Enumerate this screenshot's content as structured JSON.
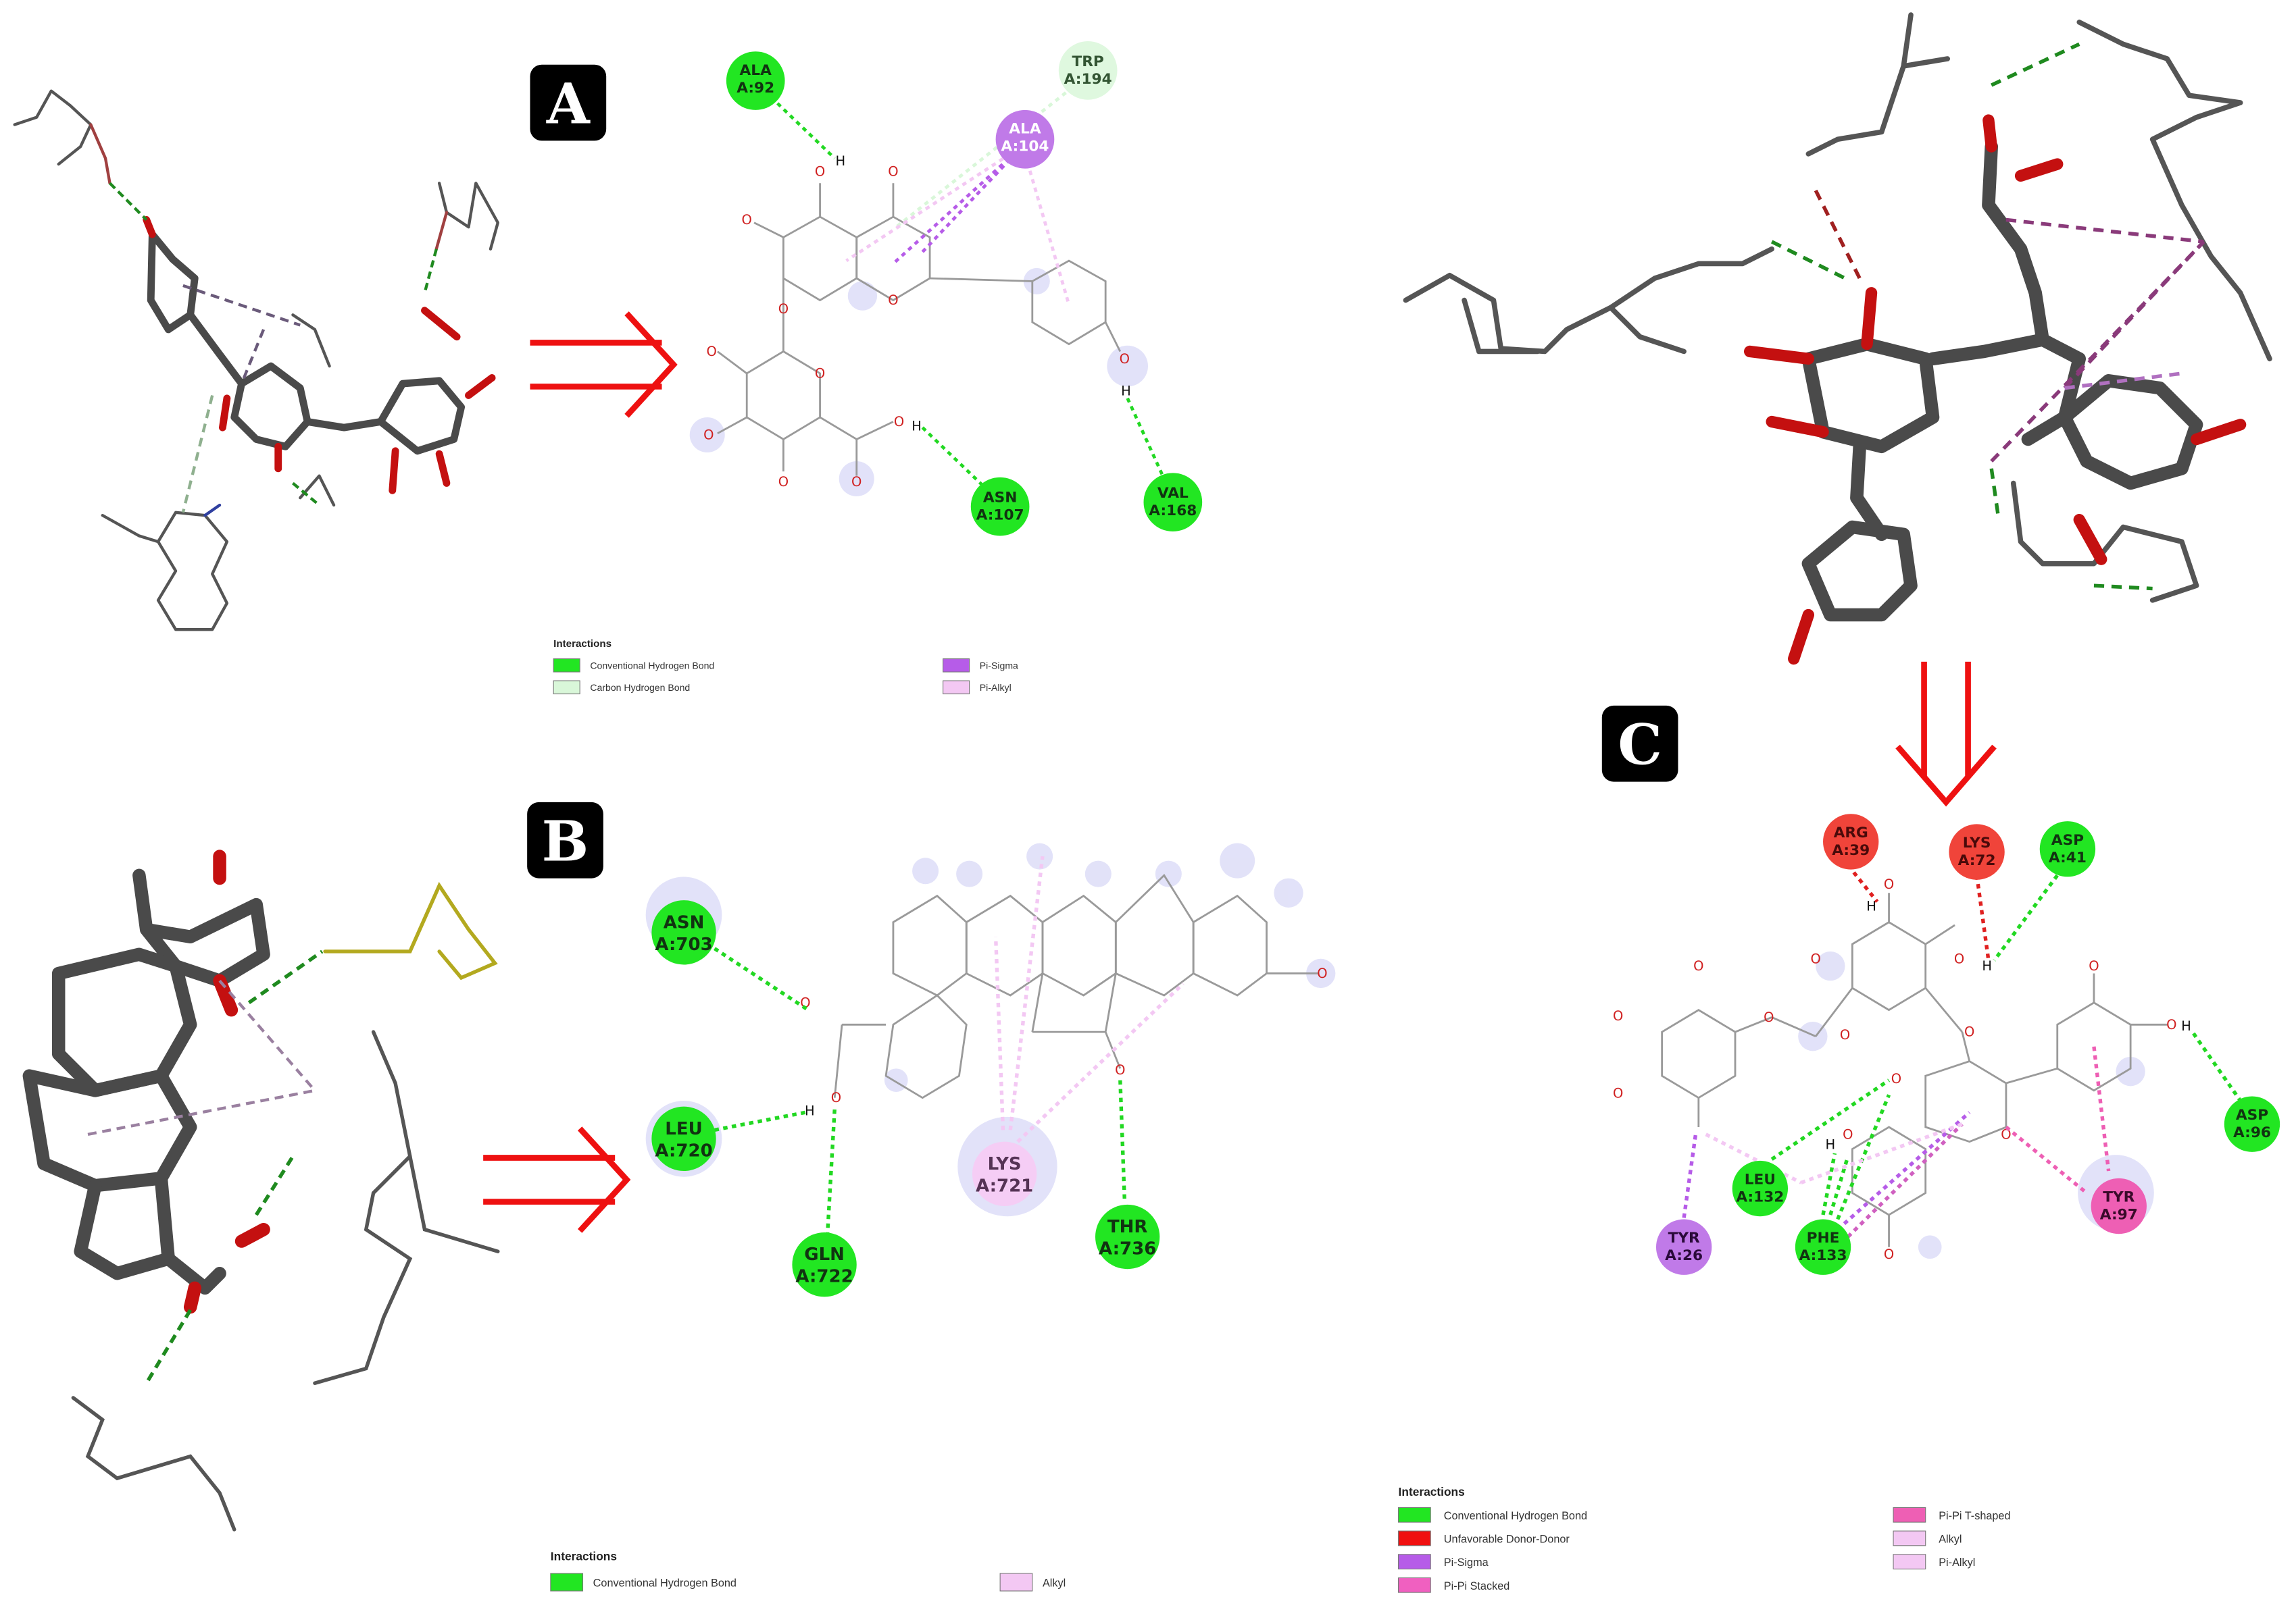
{
  "panels": {
    "a": {
      "label": "A",
      "residues": [
        {
          "name": "ALA",
          "id": "A:92",
          "type": "conventional-hbond"
        },
        {
          "name": "TRP",
          "id": "A:194",
          "type": "carbon-hbond"
        },
        {
          "name": "ALA",
          "id": "A:104",
          "type": "pi-sigma"
        },
        {
          "name": "ASN",
          "id": "A:107",
          "type": "conventional-hbond"
        },
        {
          "name": "VAL",
          "id": "A:168",
          "type": "conventional-hbond"
        }
      ],
      "legend": {
        "title": "Interactions",
        "items": [
          {
            "label": "Conventional Hydrogen Bond",
            "color": "#22e622"
          },
          {
            "label": "Carbon Hydrogen Bond",
            "color": "#d9f7d9"
          },
          {
            "label": "Pi-Sigma",
            "color": "#b65ce8"
          },
          {
            "label": "Pi-Alkyl",
            "color": "#f3c8f3"
          }
        ]
      }
    },
    "b": {
      "label": "B",
      "residues": [
        {
          "name": "ASN",
          "id": "A:703",
          "type": "conventional-hbond"
        },
        {
          "name": "LEU",
          "id": "A:720",
          "type": "conventional-hbond"
        },
        {
          "name": "GLN",
          "id": "A:722",
          "type": "conventional-hbond"
        },
        {
          "name": "LYS",
          "id": "A:721",
          "type": "alkyl"
        },
        {
          "name": "THR",
          "id": "A:736",
          "type": "conventional-hbond"
        }
      ],
      "legend": {
        "title": "Interactions",
        "items": [
          {
            "label": "Conventional Hydrogen Bond",
            "color": "#22e622"
          },
          {
            "label": "Alkyl",
            "color": "#f3c8f3"
          }
        ]
      }
    },
    "c": {
      "label": "C",
      "residues": [
        {
          "name": "ARG",
          "id": "A:39",
          "type": "unfavorable"
        },
        {
          "name": "LYS",
          "id": "A:72",
          "type": "unfavorable"
        },
        {
          "name": "ASP",
          "id": "A:41",
          "type": "conventional-hbond"
        },
        {
          "name": "ASP",
          "id": "A:96",
          "type": "conventional-hbond"
        },
        {
          "name": "LEU",
          "id": "A:132",
          "type": "conventional-hbond"
        },
        {
          "name": "PHE",
          "id": "A:133",
          "type": "conventional-hbond"
        },
        {
          "name": "TYR",
          "id": "A:26",
          "type": "pi-sigma"
        },
        {
          "name": "TYR",
          "id": "A:97",
          "type": "pi-pi"
        }
      ],
      "legend": {
        "title": "Interactions",
        "items": [
          {
            "label": "Conventional Hydrogen Bond",
            "color": "#22e622"
          },
          {
            "label": "Unfavorable Donor-Donor",
            "color": "#f01010"
          },
          {
            "label": "Pi-Sigma",
            "color": "#b65ce8"
          },
          {
            "label": "Pi-Pi Stacked",
            "color": "#f060c0"
          },
          {
            "label": "Pi-Pi T-shaped",
            "color": "#ee5fb4"
          },
          {
            "label": "Alkyl",
            "color": "#f3c8f3"
          },
          {
            "label": "Pi-Alkyl",
            "color": "#f3c8f3"
          }
        ]
      }
    }
  },
  "atom_labels": {
    "oxygen": "O",
    "hydrogen": "H"
  },
  "colors": {
    "conventional-hbond": "#22e622",
    "carbon-hbond": "#d9f7d9",
    "pi-sigma": "#b65ce8",
    "alkyl": "#f3c8f3",
    "unfavorable": "#f0443a",
    "pi-pi": "#ee5fb4",
    "arrow": "#ee1111",
    "stick": "#4a4a4a",
    "oxygen": "#cc1111",
    "nitrogen": "#3040a0"
  }
}
